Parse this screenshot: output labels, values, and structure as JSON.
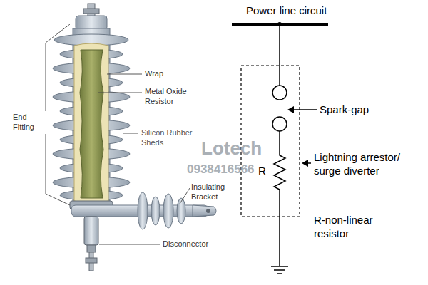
{
  "diagram": {
    "labels": [
      "End Fitting",
      "Wrap",
      "Metal Oxide Resistor",
      "Silicon Rubber Sheds",
      "Insulating Bracket",
      "Disconnector",
      "Lotech",
      "0938416566",
      "Power line circuit",
      "Spark-gap",
      "Lightning arrestor/ surge diverter",
      "R",
      "R-non-linear resistor"
    ]
  }
}
